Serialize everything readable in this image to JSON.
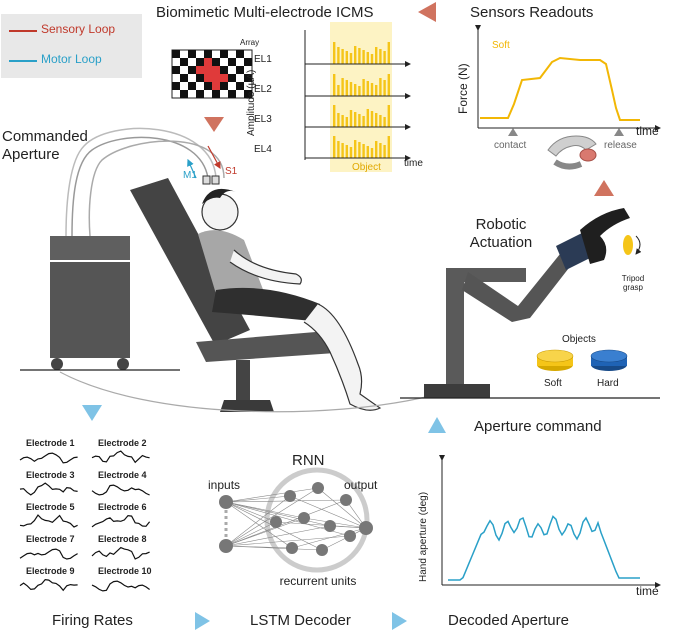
{
  "legend": {
    "sensory": {
      "label": "Sensory Loop",
      "color": "#c0392b"
    },
    "motor": {
      "label": "Motor Loop",
      "color": "#2aa0c8"
    }
  },
  "header": {
    "title": "Biomimetic Multi-electrode ICMS",
    "sensors_title": "Sensors Readouts",
    "array_label": "Array"
  },
  "electrode_plot": {
    "ylabel": "Amplitude (µA)",
    "channels": [
      "EL1",
      "EL2",
      "EL3",
      "EL4"
    ],
    "xlabel": "time",
    "highlight_label": "Object",
    "highlight_color": "#f5c518"
  },
  "force_plot": {
    "ylabel": "Force (N)",
    "xlabel": "time",
    "series_label": "Soft",
    "color": "#f2b705",
    "markers": [
      "contact",
      "release"
    ]
  },
  "scene": {
    "commanded_aperture": "Commanded Aperture",
    "m1": "M1",
    "s1": "S1",
    "robotic_actuation": "Robotic Actuation",
    "tripod_grasp": "Tripod grasp",
    "objects_title": "Objects",
    "objects": [
      {
        "label": "Soft",
        "color": "#f5c518"
      },
      {
        "label": "Hard",
        "color": "#1f63b5"
      }
    ]
  },
  "firing": {
    "electrodes": [
      "Electrode 1",
      "Electrode 2",
      "Electrode 3",
      "Electrode 4",
      "Electrode 5",
      "Electrode 6",
      "Electrode 7",
      "Electrode 8",
      "Electrode 9",
      "Electrode 10"
    ],
    "caption": "Firing Rates"
  },
  "rnn": {
    "title": "RNN",
    "inputs": "inputs",
    "output": "output",
    "recurrent": "recurrent units",
    "caption": "LSTM Decoder"
  },
  "decoded": {
    "ylabel": "Hand aperture (deg)",
    "xlabel": "time",
    "caption": "Decoded Aperture",
    "color": "#2aa0c8"
  },
  "aperture_command": "Aperture command",
  "colors": {
    "arrow_red": "#d0735f",
    "arrow_blue": "#7fc3e6",
    "dark_gray": "#4a4a4a",
    "mid_gray": "#6e6e6e"
  }
}
